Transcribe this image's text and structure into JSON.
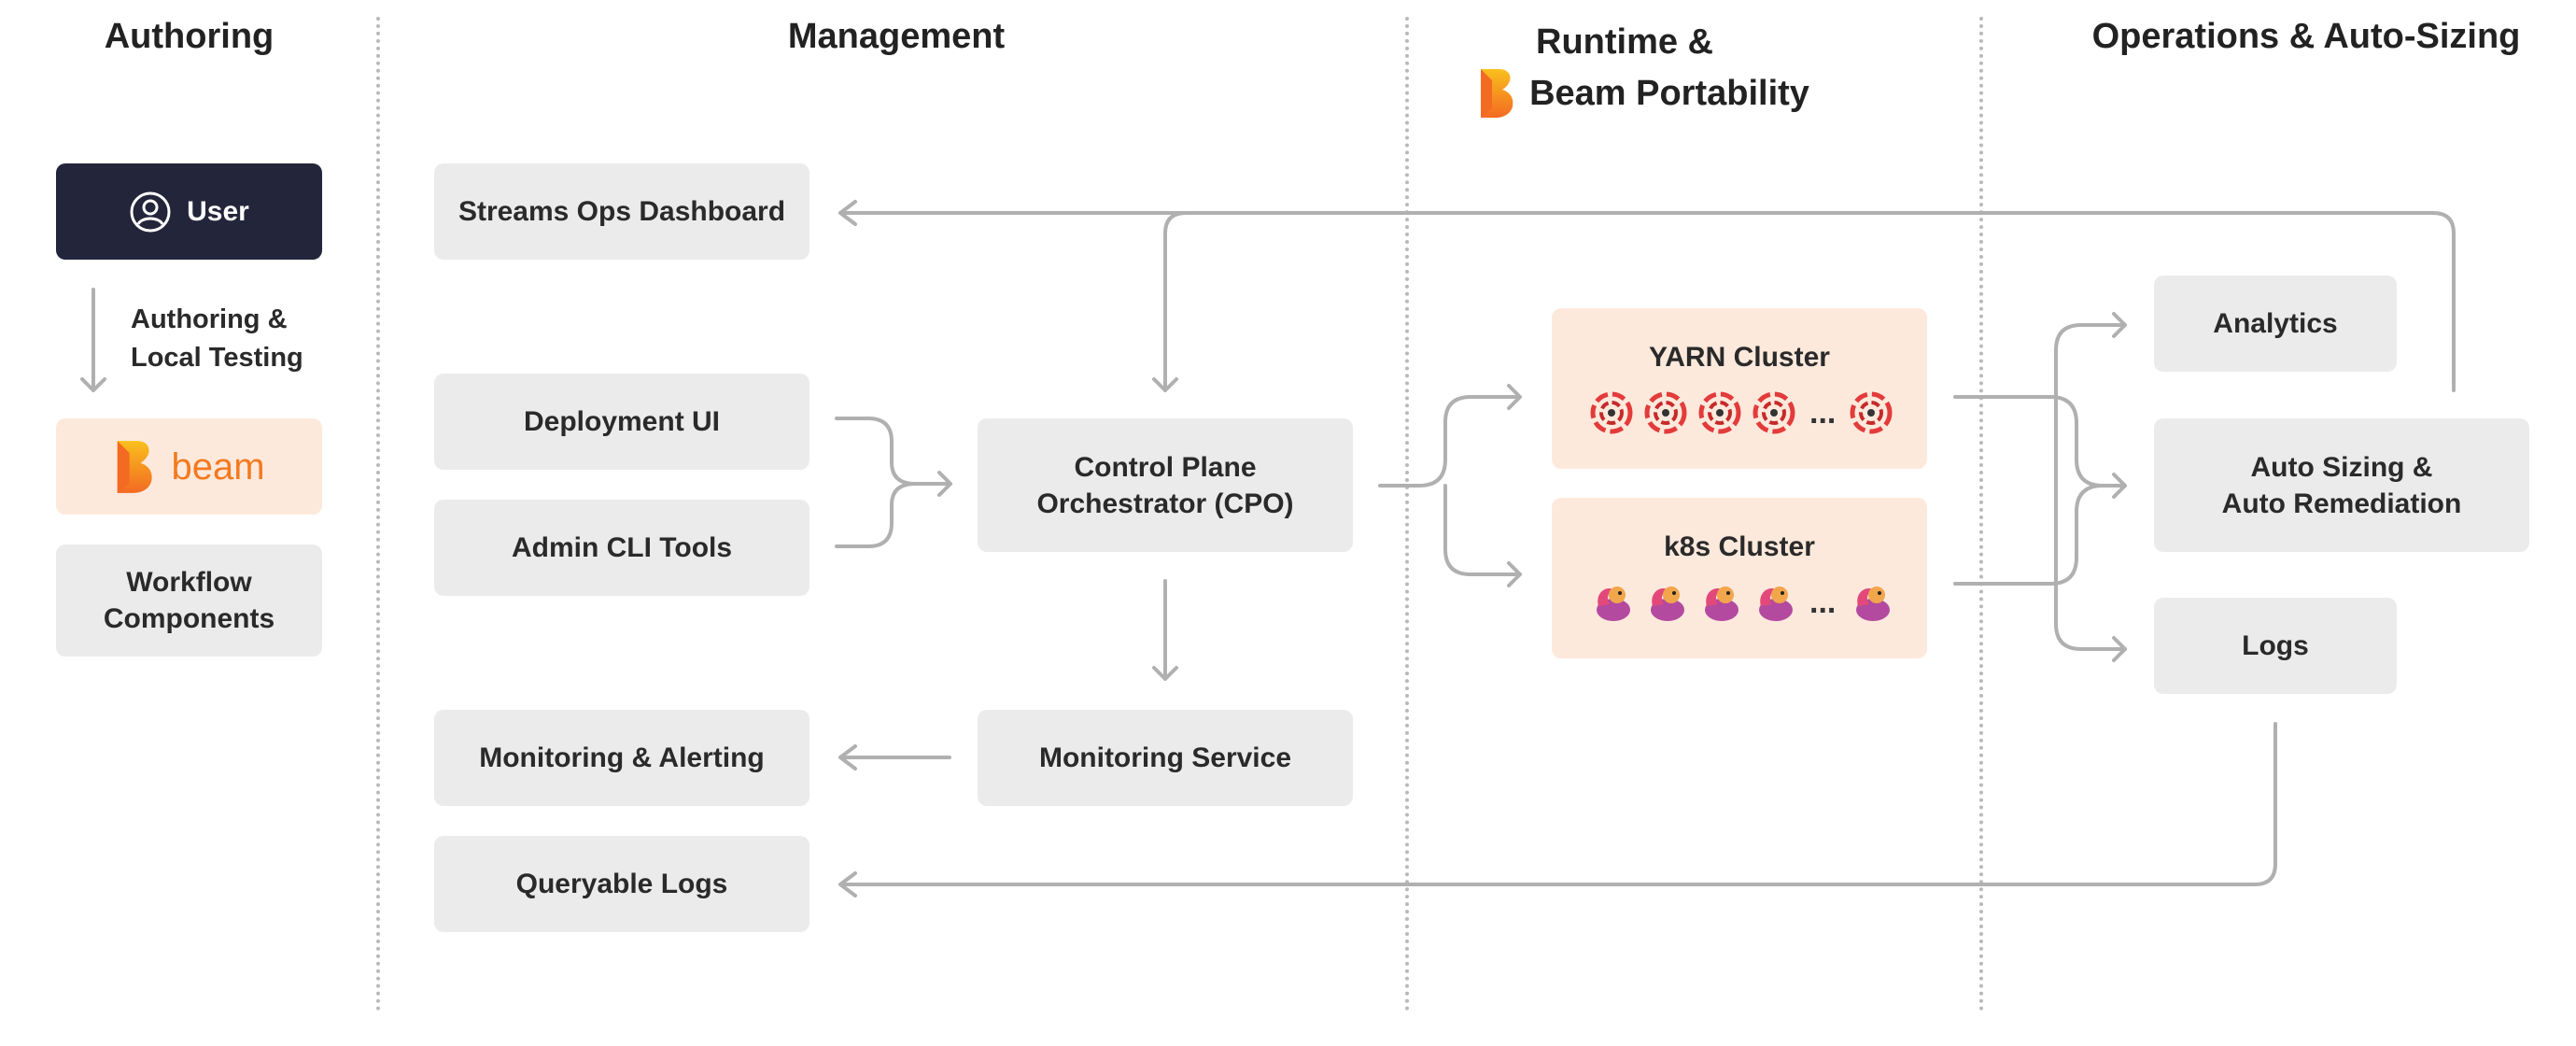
{
  "columns": {
    "authoring": "Authoring",
    "management": "Management",
    "runtime_line1": "Runtime &",
    "runtime_line2": "Beam Portability",
    "operations": "Operations & Auto-Sizing"
  },
  "authoring": {
    "user": "User",
    "step_line1": "Authoring &",
    "step_line2": "Local Testing",
    "beam_logo": "beam",
    "workflow_line1": "Workflow",
    "workflow_line2": "Components"
  },
  "management": {
    "dashboard": "Streams Ops Dashboard",
    "deployment_ui": "Deployment UI",
    "admin_cli": "Admin CLI Tools",
    "cpo_line1": "Control Plane",
    "cpo_line2": "Orchestrator (CPO)",
    "monitoring_alerting": "Monitoring & Alerting",
    "monitoring_service": "Monitoring Service",
    "queryable_logs": "Queryable Logs"
  },
  "runtime": {
    "yarn": "YARN Cluster",
    "k8s": "k8s Cluster",
    "ellipsis": "..."
  },
  "operations": {
    "analytics": "Analytics",
    "auto_line1": "Auto Sizing &",
    "auto_line2": "Auto Remediation",
    "logs": "Logs"
  },
  "colors": {
    "box": "#ebebeb",
    "peach": "#fde9dc",
    "dark": "#23253a",
    "arrow": "#b0b0b0",
    "beam_orange": "#f47a20"
  },
  "icons": {
    "user": "user-circle-icon",
    "beam": "beam-logo-icon",
    "yarn": "yarn-node-icon",
    "k8s": "flink-squirrel-icon"
  }
}
